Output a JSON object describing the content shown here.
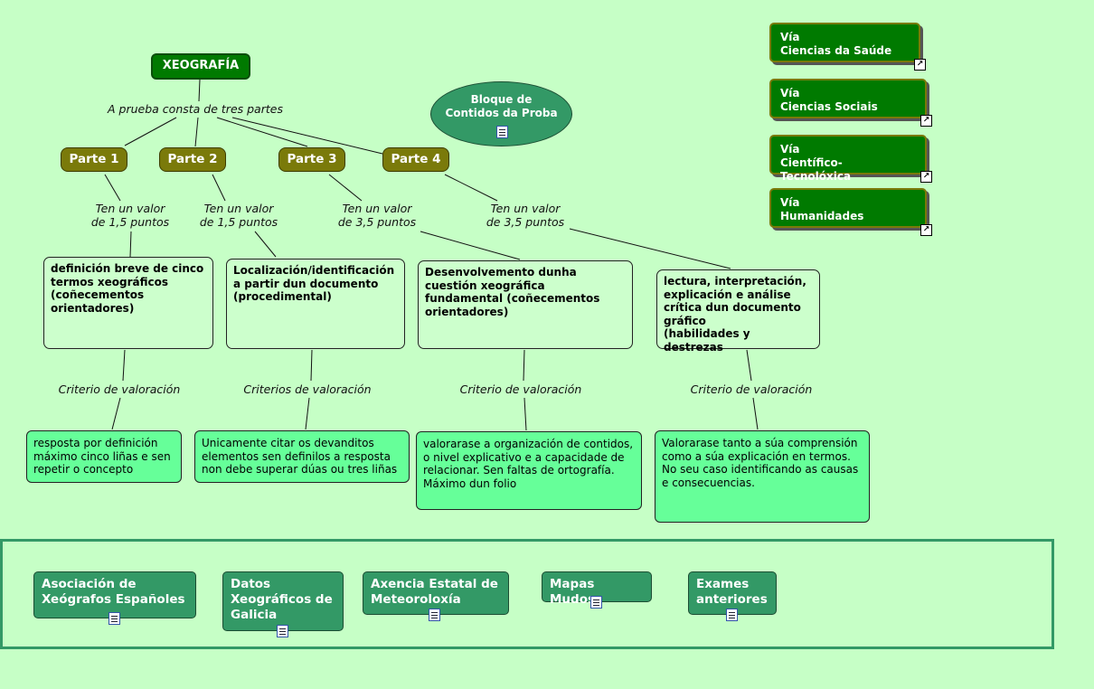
{
  "title": "XEOGRAFÍA",
  "intro_label": "A prueba consta de tres partes",
  "bloque": "Bloque de Contidos da Proba",
  "partes": [
    {
      "label": "Parte 1",
      "value_label": "Ten un valor\nde 1,5 puntos",
      "content": "definición breve de cinco termos xeográficos (coñecementos orientadores)",
      "criterion_label": "Criterio de valoración",
      "criterion": "resposta por definición máximo cinco liñas e sen repetir o concepto"
    },
    {
      "label": "Parte 2",
      "value_label": "Ten un valor\nde 1,5 puntos",
      "content": "Localización/identificación a partir dun documento (procedimental)",
      "criterion_label": "Criterios de valoración",
      "criterion": "Unicamente citar os devanditos  elementos sen definilos a resposta  non debe superar dúas ou tres liñas"
    },
    {
      "label": "Parte 3",
      "value_label": "Ten un valor\nde 3,5 puntos",
      "content": "Desenvolvemento dunha cuestión xeográfica fundamental (coñecementos orientadores)",
      "criterion_label": "Criterio de valoración",
      "criterion": "valorarase a organización de contidos,  o nivel explicativo e a capacidade de relacionar. Sen faltas de ortografía. Máximo dun folio"
    },
    {
      "label": "Parte 4",
      "value_label": "Ten un valor\nde 3,5 puntos",
      "content": "lectura, interpretación, explicación e análise crítica dun documento gráfico\n(habilidades y destrezas",
      "criterion_label": "Criterio de valoración",
      "criterion": "Valorarase tanto a súa comprensión como a súa explicación en termos. No seu caso identificando as causas e consecuencias."
    }
  ],
  "vias": [
    {
      "line1": "Vía",
      "line2": "Ciencias da Saúde"
    },
    {
      "line1": "Vía",
      "line2": "Ciencias Sociais"
    },
    {
      "line1": "Vía",
      "line2": "Científico- Tecnolóxica"
    },
    {
      "line1": "Vía",
      "line2": "Humanidades"
    }
  ],
  "resources": [
    {
      "label": "Asociación de Xeógrafos Españoles"
    },
    {
      "label": "Datos Xeográficos de Galicia"
    },
    {
      "label": "Axencia Estatal de Meteoroloxía"
    },
    {
      "label": "Mapas Mudos"
    },
    {
      "label": "Exames anteriores"
    }
  ],
  "colors": {
    "background": "#c6ffc6",
    "title": "#007a00",
    "parte": "#7a7a0a",
    "resource": "#339966",
    "criterion": "#66ff99",
    "content": "#ccffcc"
  }
}
